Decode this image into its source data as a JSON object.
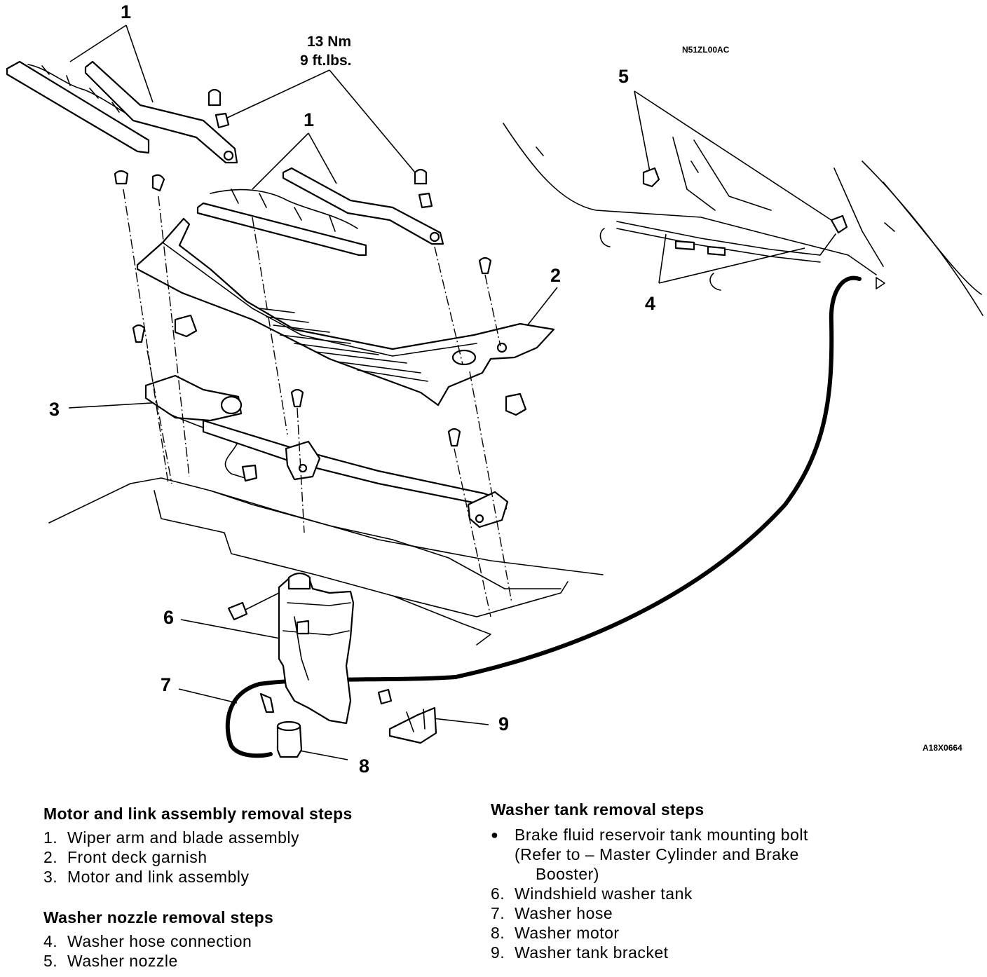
{
  "diagram": {
    "torque": {
      "line1": "13 Nm",
      "line2": "9 ft.lbs."
    },
    "ref_code_top": "N51ZL00AC",
    "ref_code_bottom": "A18X0664",
    "callouts": {
      "c1a": "1",
      "c1b": "1",
      "c2": "2",
      "c3": "3",
      "c4": "4",
      "c5": "5",
      "c6": "6",
      "c7": "7",
      "c8": "8",
      "c9": "9"
    }
  },
  "motor_section": {
    "title": "Motor and link assembly removal steps",
    "items": [
      {
        "num": "1.",
        "text": "Wiper arm and blade assembly"
      },
      {
        "num": "2.",
        "text": "Front deck garnish"
      },
      {
        "num": "3.",
        "text": "Motor and link assembly"
      }
    ]
  },
  "nozzle_section": {
    "title": "Washer nozzle removal steps",
    "items": [
      {
        "num": "4.",
        "text": "Washer hose connection"
      },
      {
        "num": "5.",
        "text": "Washer nozzle"
      }
    ]
  },
  "tank_section": {
    "title": "Washer tank removal steps",
    "bullet": "●",
    "bullet_item": {
      "line1": "Brake fluid reservoir tank mounting bolt",
      "line2": "(Refer to – Master Cylinder and Brake",
      "line3": "Booster)"
    },
    "items": [
      {
        "num": "6.",
        "text": "Windshield washer tank"
      },
      {
        "num": "7.",
        "text": "Washer hose"
      },
      {
        "num": "8.",
        "text": "Washer motor"
      },
      {
        "num": "9.",
        "text": "Washer tank bracket"
      }
    ]
  }
}
